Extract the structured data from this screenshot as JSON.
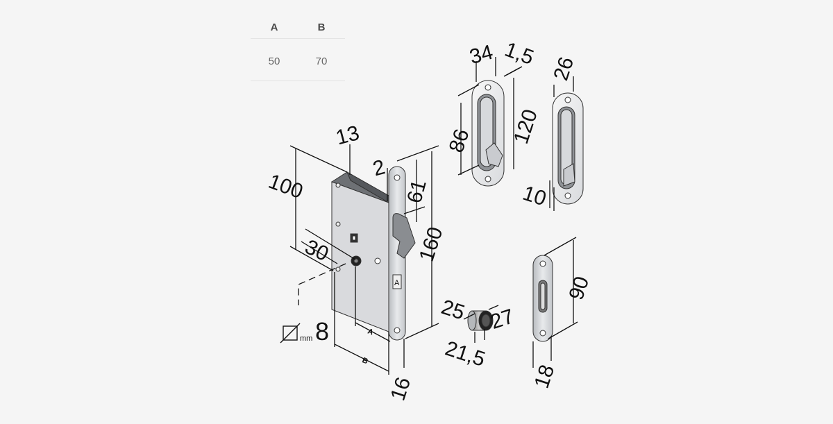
{
  "spec_table": {
    "headers": [
      "A",
      "B"
    ],
    "values": [
      "50",
      "70"
    ]
  },
  "dimensions": {
    "d13": "13",
    "d2": "2",
    "d61": "61",
    "d100": "100",
    "d160": "160",
    "d30": "30",
    "d8": "8",
    "d16": "16",
    "dA": "A",
    "dB": "B",
    "d34": "34",
    "d1_5": "1,5",
    "d120": "120",
    "d86": "86",
    "d26": "26",
    "d10": "10",
    "d25": "25",
    "d27": "27",
    "d21_5": "21,5",
    "d90": "90",
    "d18": "18",
    "unit": "mm"
  }
}
